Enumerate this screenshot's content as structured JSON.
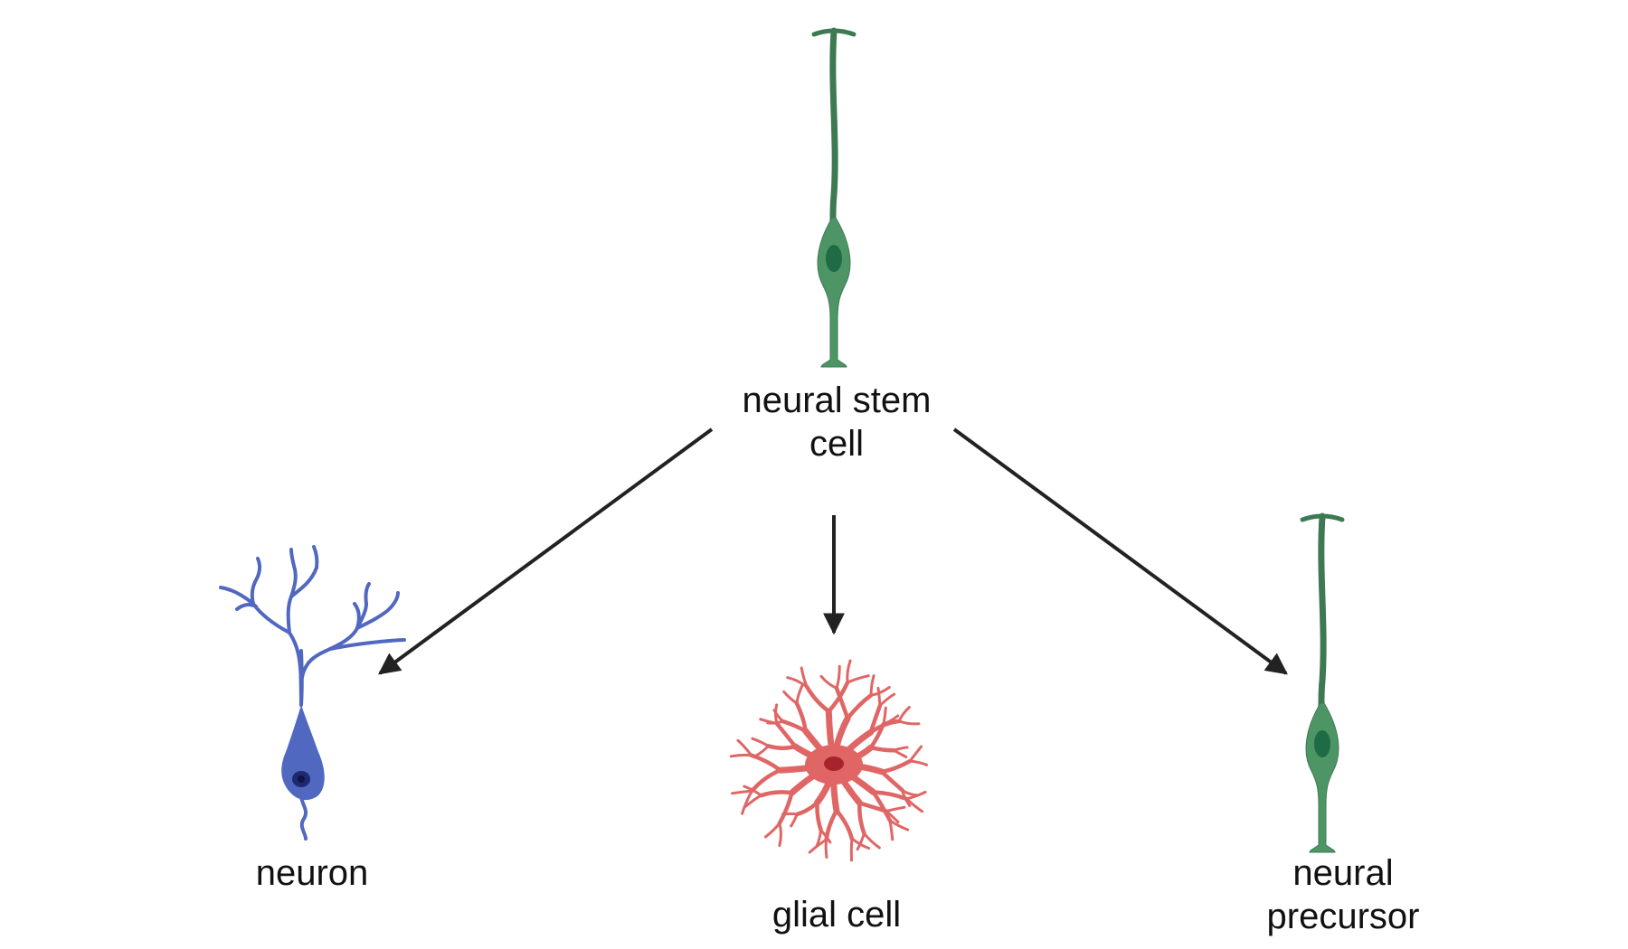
{
  "colors": {
    "stem_cell": "#4e9566",
    "stem_cell_outline": "#3d7a52",
    "stem_nucleus": "#1f6b45",
    "neuron": "#5168c0",
    "neuron_nucleus": "#1c2a72",
    "glial": "#e06666",
    "glial_nucleus": "#a8232b",
    "arrow": "#222222"
  },
  "nodes": {
    "stem": {
      "label_line1": "neural stem",
      "label_line2": "cell",
      "icon": "radial-glia-cell-icon"
    },
    "neuron": {
      "label": "neuron",
      "icon": "neuron-icon"
    },
    "glial": {
      "label": "glial cell",
      "icon": "astrocyte-icon"
    },
    "precursor": {
      "label_line1": "neural",
      "label_line2": "precursor",
      "icon": "radial-glia-cell-icon"
    }
  },
  "edges": [
    {
      "from": "neural stem cell",
      "to": "neuron"
    },
    {
      "from": "neural stem cell",
      "to": "glial cell"
    },
    {
      "from": "neural stem cell",
      "to": "neural precursor"
    }
  ]
}
